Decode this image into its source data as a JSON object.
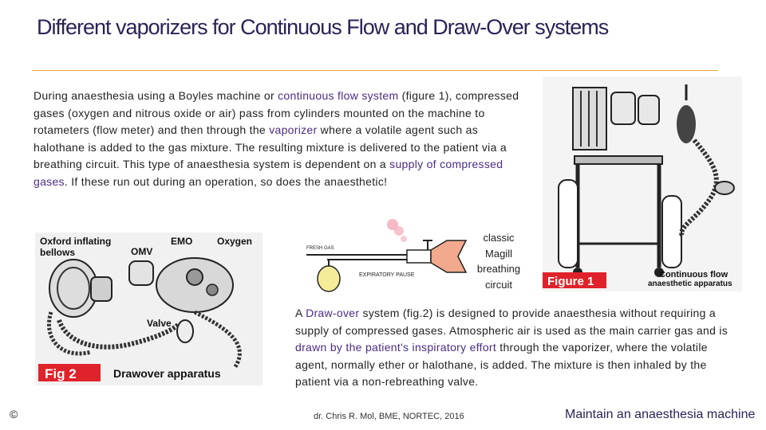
{
  "slide": {
    "title": "Different vaporizers for Continuous Flow and Draw-Over systems",
    "paragraph1": [
      {
        "text": "During anaesthesia using a Boyles machine or ",
        "hl": false
      },
      {
        "text": "continuous flow system",
        "hl": true
      },
      {
        "text": " (figure 1), compressed gases (oxygen and nitrous oxide or air) pass from cylinders mounted on the machine to rotameters (flow meter) and then through the ",
        "hl": false
      },
      {
        "text": "vaporizer",
        "hl": true
      },
      {
        "text": " where a volatile agent such as halothane is added to the gas mixture. The resulting mixture is delivered to the patient via a breathing circuit. This type of anaesthesia system is dependent on a ",
        "hl": false
      },
      {
        "text": "supply of compressed gases",
        "hl": true
      },
      {
        "text": ". If these run out during an operation, so does the anaesthetic!",
        "hl": false
      }
    ],
    "paragraph2": [
      {
        "text": "A ",
        "hl": false
      },
      {
        "text": "Draw-over",
        "hl": true
      },
      {
        "text": " system (fig.2) is designed to provide anaesthesia without requiring a supply of compressed gases. Atmospheric air is used as the main carrier gas and is ",
        "hl": false
      },
      {
        "text": "drawn by the patient's inspiratory effort",
        "hl": true
      },
      {
        "text": " through the vaporizer, where the volatile agent, normally ether or halothane, is added. The mixture is then inhaled by the patient via a non-rebreathing valve.",
        "hl": false
      }
    ]
  },
  "figure1": {
    "label": "Figure 1",
    "caption_line1": "Continuous flow",
    "caption_line2": "anaesthetic apparatus"
  },
  "figure2": {
    "label": "Fig 2",
    "caption": "Drawover apparatus",
    "labels": {
      "oxford": "Oxford inflating",
      "bellows": "bellows",
      "emo": "EMO",
      "oxygen": "Oxygen",
      "omv": "OMV",
      "valve": "Valve"
    }
  },
  "magill": {
    "fresh_gas": "FRESH GAS",
    "expiratory_pause": "EXPIRATORY PAUSE",
    "caption": [
      "classic",
      "Magill",
      "breathing",
      "circuit"
    ]
  },
  "footer": {
    "copyright": "©",
    "author": "dr. Chris R. Mol, BME, NORTEC, 2016",
    "right": "Maintain an anaesthesia machine"
  },
  "colors": {
    "title": "#2a2356",
    "highlight": "#4a2c85",
    "rule": "#e0a43a",
    "figure_label_bg": "#e0222a"
  }
}
